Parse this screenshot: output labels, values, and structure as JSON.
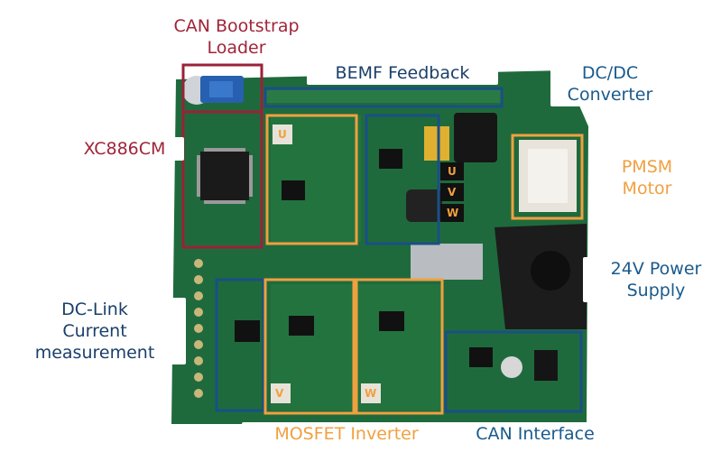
{
  "labels": {
    "can_bootstrap": "CAN Bootstrap\nLoader",
    "bemf": "BEMF Feedback",
    "dcdc": "DC/DC\nConverter",
    "xc886": "XC886CM",
    "pmsm": "PMSM\nMotor",
    "power": "24V Power\nSupply",
    "dclink": "DC-Link\nCurrent\nmeasurement",
    "mosfet": "MOSFET Inverter",
    "can_iface": "CAN Interface"
  },
  "phases": {
    "u_top": "U",
    "u": "U",
    "v": "V",
    "w": "W",
    "v_bottom": "V",
    "w_bottom": "W"
  },
  "colors": {
    "board": "#1f6a3c",
    "board_dark": "#17512e",
    "red_box": "#9a2238",
    "blue_box": "#1a4f86",
    "orange_box": "#f0a040",
    "label_red": "#a0243a",
    "label_blue": "#1a5a8c",
    "label_orange": "#f0a040"
  }
}
